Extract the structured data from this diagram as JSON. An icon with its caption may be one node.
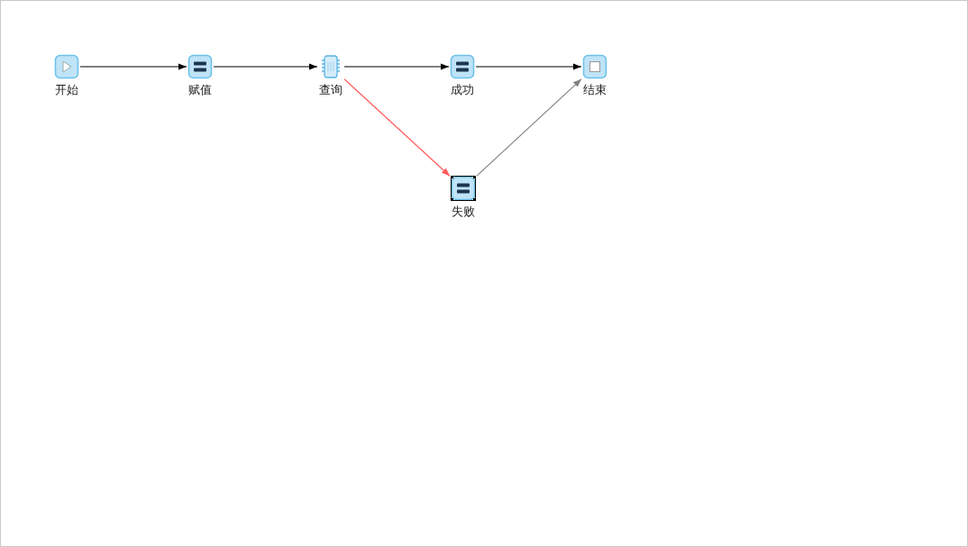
{
  "diagram": {
    "nodes": [
      {
        "text": [
          "开始"
        ]
      },
      {
        "text": [
          "赋值"
        ]
      },
      {
        "text": [
          "查询"
        ]
      },
      {
        "text": [
          "成功"
        ]
      },
      {
        "text": [
          "结束"
        ]
      },
      {
        "text": [
          "失败"
        ]
      }
    ],
    "edges": [
      {
        "from": 0,
        "to": 1,
        "arrow": "to"
      },
      {
        "from": 1,
        "to": 2,
        "arrow": "to"
      },
      {
        "from": 2,
        "to": 3,
        "arrow": "to"
      },
      {
        "from": 3,
        "to": 4,
        "arrow": "to"
      },
      {
        "from": 2,
        "to": 5,
        "arrow": "to",
        "color": "#ff5a5a"
      },
      {
        "from": 5,
        "to": 4,
        "arrow": "to",
        "color": "#808080"
      }
    ]
  }
}
